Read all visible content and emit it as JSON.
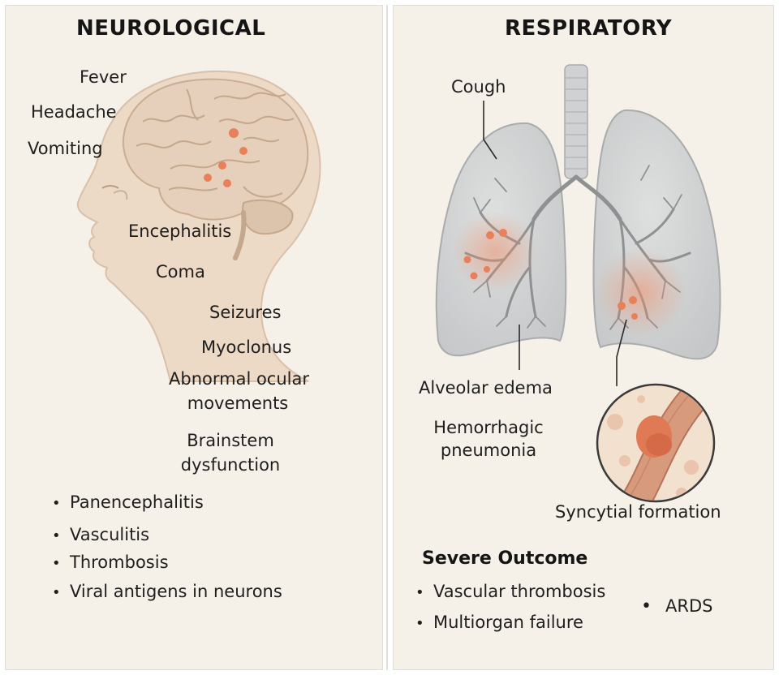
{
  "neurological": {
    "heading": "NEUROLOGICAL",
    "labels": {
      "fever": "Fever",
      "headache": "Headache",
      "vomiting": "Vomiting",
      "encephalitis": "Encephalitis",
      "coma": "Coma",
      "seizures": "Seizures",
      "myoclonus": "Myoclonus",
      "ocular_line1": "Abnormal ocular",
      "ocular_line2": "movements",
      "brainstem_line1": "Brainstem",
      "brainstem_line2": "dysfunction"
    },
    "bullets": [
      "Panencephalitis",
      "Vasculitis",
      "Thrombosis",
      "Viral antigens in neurons"
    ]
  },
  "respiratory": {
    "heading": "RESPIRATORY",
    "labels": {
      "cough": "Cough",
      "alveolar_edema": "Alveolar edema",
      "hemorrhagic_line1": "Hemorrhagic",
      "hemorrhagic_line2": "pneumonia",
      "syncytial": "Syncytial formation"
    },
    "severe_outcome": {
      "title": "Severe Outcome",
      "bullets": [
        "Vascular thrombosis",
        "Multiorgan failure"
      ],
      "side_bullet": "ARDS"
    }
  },
  "bullet_glyph": "•",
  "colors": {
    "background": "#f5f0e8",
    "head_fill": "#ecd9c6",
    "brain_fill": "#e6d0bb",
    "lung_fill": "#d2d3d3",
    "lesion": "#e8805c"
  },
  "icons": [
    "head-profile-illustration",
    "brain-illustration",
    "lungs-illustration",
    "vessel-magnifier-illustration"
  ]
}
